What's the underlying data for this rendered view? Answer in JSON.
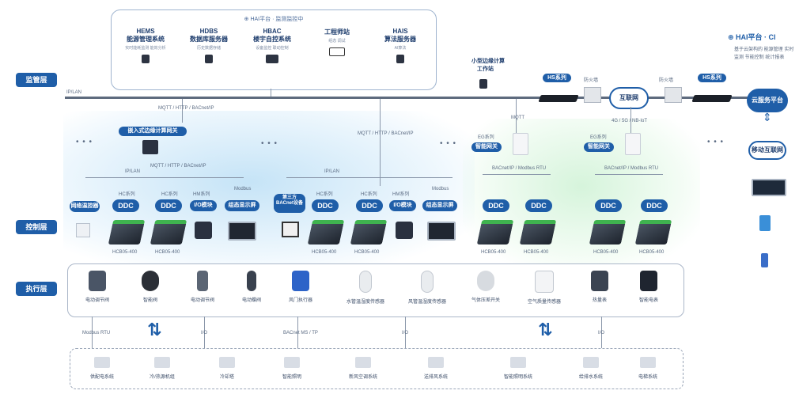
{
  "layers": {
    "monitor": "监管层",
    "control": "控制层",
    "exec": "执行层"
  },
  "platform": {
    "header": "⊕ HAI平台 · 监测监控中",
    "systems": [
      {
        "l1": "HEMS",
        "l2": "能源管理系统",
        "l3": "实时能耗监测 能效分析"
      },
      {
        "l1": "HDBS",
        "l2": "数据库服务器",
        "l3": "历史数据存储"
      },
      {
        "l1": "HBAC",
        "l2": "楼宇自控系统",
        "l3": "设备监控 联动控制"
      },
      {
        "l1": "工程师站",
        "l2": "",
        "l3": "组态 调试"
      },
      {
        "l1": "HAIS",
        "l2": "算法服务器",
        "l3": "AI算法"
      }
    ]
  },
  "top_right": {
    "title": "⊕ HAI平台 · Cl",
    "desc": "基于云架构的 能源管理 实时监测 节能控制 统计报表"
  },
  "bus_label": "IP/LAN",
  "proto_mqtt": "MQTT / HTTP / BACnet/IP",
  "proto_mqtt2": "MQTT / HTTP / BACnet/IP",
  "proto_mqtt3": "MQTT / HTTP / BACnet/IP",
  "proto_mqtt4": "MQTT",
  "proto_4g": "4G / 5G / NB-IoT",
  "edge_server": "嵌入式边缘计算网关",
  "small_ws_1": "小型边缘计算",
  "small_ws_2": "工作站",
  "router_label_1": "HS系列",
  "router_label_2": "HS系列",
  "firewall_1": "防火墙",
  "firewall_2": "防火墙",
  "internet": "互联网",
  "cloud_platform": "云服务平台",
  "mobile_app": "移动互联网",
  "gateways": [
    {
      "sub": "EG系列",
      "name": "智能网关"
    },
    {
      "sub": "EG系列",
      "name": "智能网关"
    }
  ],
  "gw_proto_1": "BACnet/IP / Modbus RTU",
  "gw_proto_2": "BACnet/IP / Modbus RTU",
  "lan_1": "IP/LAN",
  "lan_2": "IP/LAN",
  "control": {
    "left_pills": [
      {
        "text": "网络温控器"
      },
      {
        "text": "HC系列",
        "big": "DDC"
      },
      {
        "text": "HC系列",
        "big": "DDC"
      },
      {
        "text": "HM系列",
        "big": "I/O模块"
      },
      {
        "text": "Modbus",
        "big": "组态显示屏"
      }
    ],
    "mid_pills": [
      {
        "text": "第三方 BACnet设备"
      },
      {
        "text": "HC系列",
        "big": "DDC"
      },
      {
        "text": "HC系列",
        "big": "DDC"
      },
      {
        "text": "HM系列",
        "big": "I/O模块"
      },
      {
        "text": "Modbus",
        "big": "组态显示屏"
      }
    ],
    "ddc_label": "DDC",
    "ctrl_caption": "HCB05-400"
  },
  "exec_devices": [
    "电动调节阀",
    "智能阀",
    "电动调节阀",
    "电动蝶阀",
    "风门执行器",
    "水管温湿度传感器",
    "风管温湿度传感器",
    "气体压差开关",
    "空气质量传感器",
    "热量表",
    "智能电表"
  ],
  "protocol_labels": {
    "modbus": "Modbus RTU",
    "bacnet": "BACnet MS / TP",
    "io1": "I/O",
    "io2": "I/O",
    "io3": "I/O"
  },
  "subsystems": [
    "供配电系统",
    "冷/热源机组",
    "冷却塔",
    "智能照明",
    "新风空调系统",
    "送排风系统",
    "智能照明系统",
    "给排水系统",
    "电梯系统"
  ],
  "colors": {
    "accent": "#1f5ea8",
    "green_zone": "#c6f0cf",
    "blue_zone": "#a8d6f2"
  },
  "icons": [
    "laptop-icon",
    "tablet-icon",
    "phone-icon",
    "cloud-icon",
    "router-icon",
    "firewall-icon",
    "arrows-icon"
  ]
}
